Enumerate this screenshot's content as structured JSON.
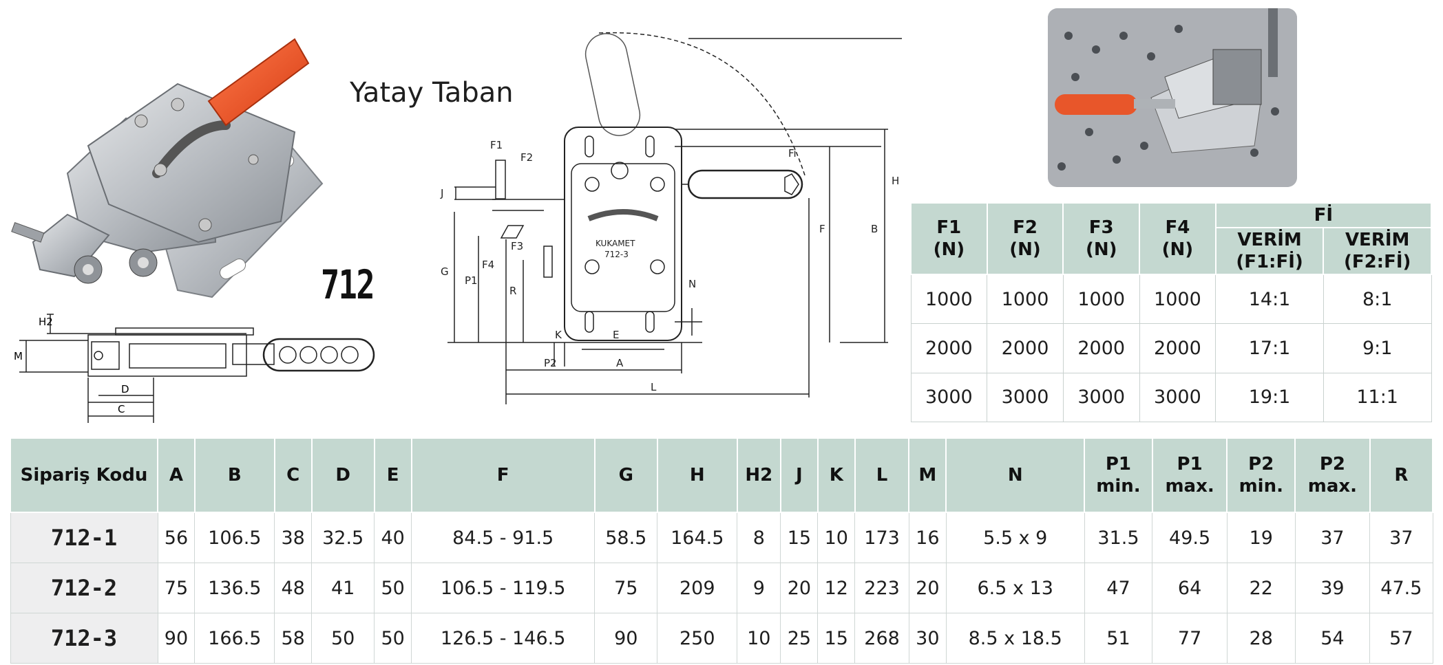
{
  "title": "712",
  "subtitle": "Yatay Taban",
  "colors": {
    "header_bg": "#c4d8d0",
    "handle": "#e8562a",
    "code_bg": "#eeeeef"
  },
  "labels": {
    "brand": "KUKAMET",
    "model": "712-3",
    "front_dims": [
      "F1",
      "F2",
      "Fi",
      "F3",
      "F4",
      "J",
      "G",
      "P1",
      "R",
      "H",
      "B",
      "F",
      "N",
      "K",
      "E",
      "P2",
      "A",
      "L"
    ],
    "top_dims": [
      "H2",
      "M",
      "D",
      "C"
    ]
  },
  "force_table": {
    "headers": [
      "F1\n(N)",
      "F2\n(N)",
      "F3\n(N)",
      "F4\n(N)"
    ],
    "fi_header": "Fİ",
    "fi_sub": [
      "VERİM\n(F1:Fİ)",
      "VERİM\n(F2:Fİ)"
    ],
    "rows": [
      [
        "1000",
        "1000",
        "1000",
        "1000",
        "14:1",
        "8:1"
      ],
      [
        "2000",
        "2000",
        "2000",
        "2000",
        "17:1",
        "9:1"
      ],
      [
        "3000",
        "3000",
        "3000",
        "3000",
        "19:1",
        "11:1"
      ]
    ]
  },
  "order_table": {
    "headers": [
      "Sipariş Kodu",
      "A",
      "B",
      "C",
      "D",
      "E",
      "F",
      "G",
      "H",
      "H2",
      "J",
      "K",
      "L",
      "M",
      "N",
      "P1\nmin.",
      "P1\nmax.",
      "P2\nmin.",
      "P2\nmax.",
      "R"
    ],
    "rows": [
      [
        "712-1",
        "56",
        "106.5",
        "38",
        "32.5",
        "40",
        "84.5 - 91.5",
        "58.5",
        "164.5",
        "8",
        "15",
        "10",
        "173",
        "16",
        "5.5 x 9",
        "31.5",
        "49.5",
        "19",
        "37",
        "37"
      ],
      [
        "712-2",
        "75",
        "136.5",
        "48",
        "41",
        "50",
        "106.5 - 119.5",
        "75",
        "209",
        "9",
        "20",
        "12",
        "223",
        "20",
        "6.5 x 13",
        "47",
        "64",
        "22",
        "39",
        "47.5"
      ],
      [
        "712-3",
        "90",
        "166.5",
        "58",
        "50",
        "50",
        "126.5 - 146.5",
        "90",
        "250",
        "10",
        "25",
        "15",
        "268",
        "30",
        "8.5 x 18.5",
        "51",
        "77",
        "28",
        "54",
        "57"
      ]
    ]
  }
}
